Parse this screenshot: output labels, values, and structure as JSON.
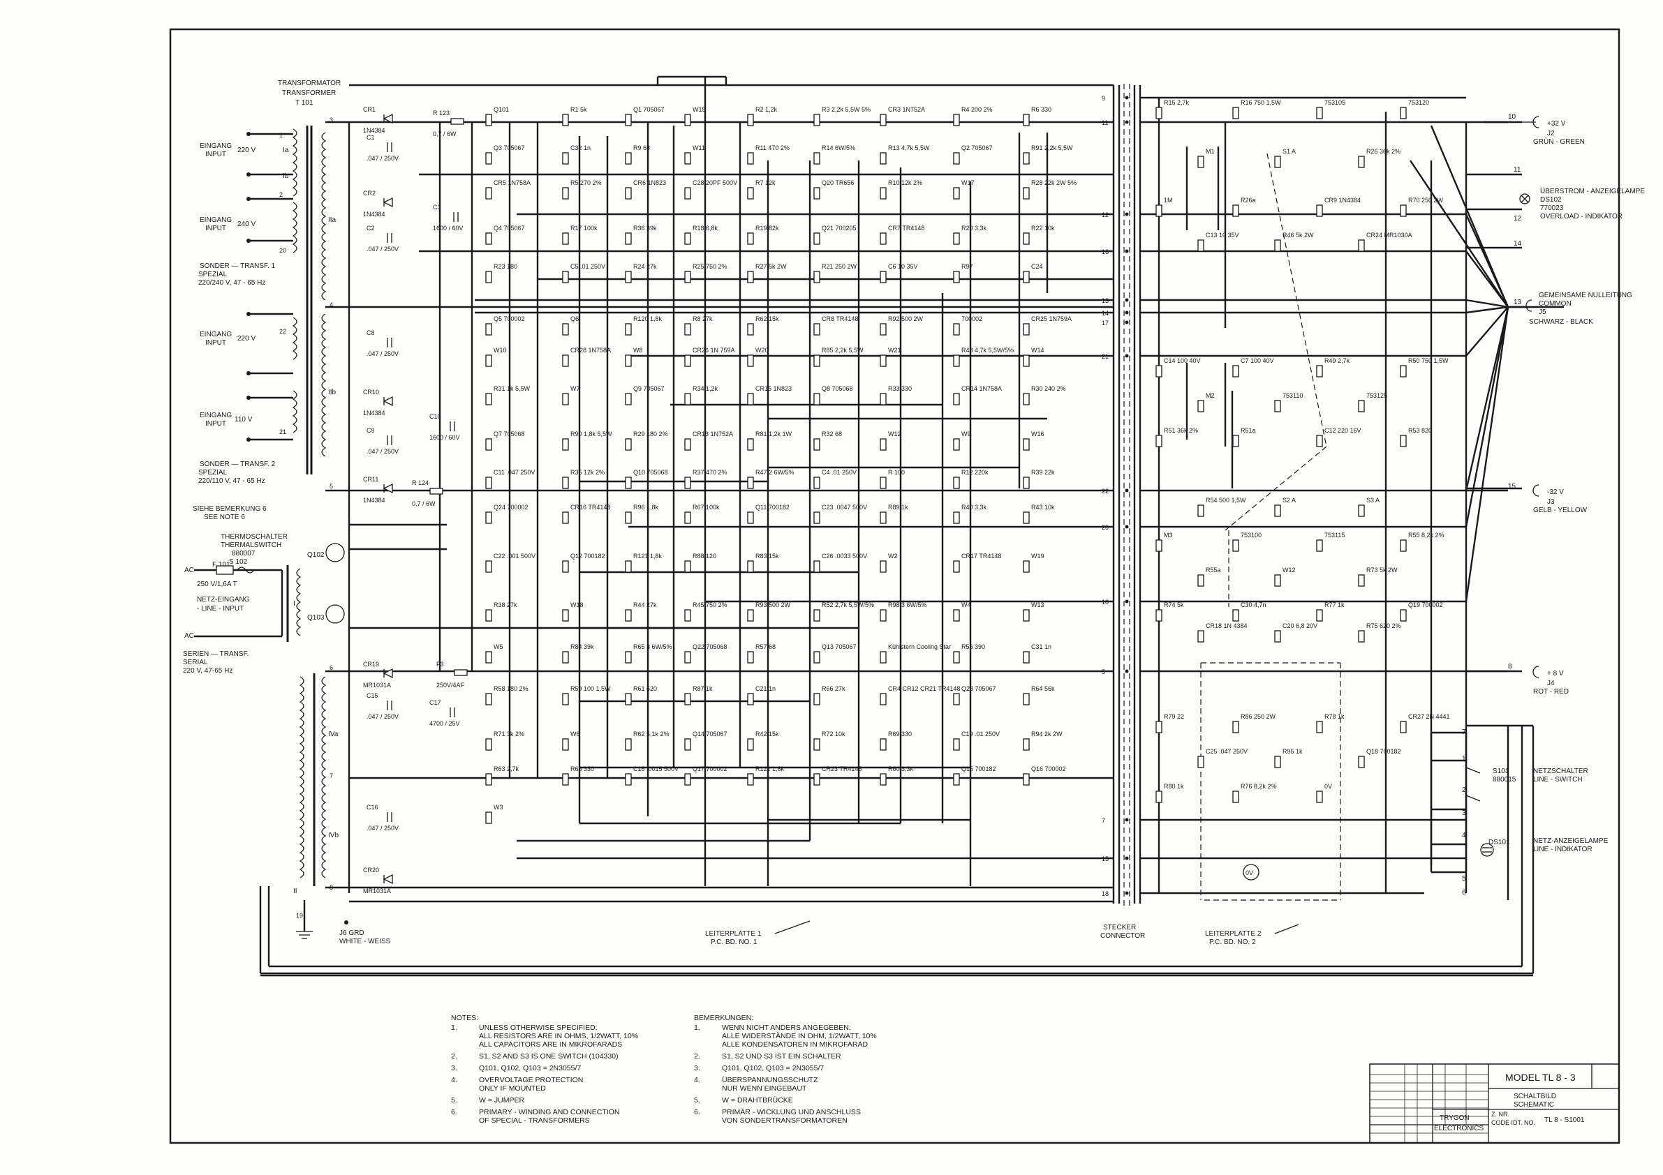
{
  "transformer": {
    "title_de": "TRANSFORMATOR",
    "title_en": "TRANSFORMER",
    "ref": "T 101",
    "sections": [
      "Ia",
      "Ib",
      "IIa",
      "IIb",
      "I",
      "IVa",
      "IVb",
      "II"
    ],
    "pin_numbers": [
      "1",
      "2",
      "20",
      "3",
      "4",
      "5",
      "6",
      "7",
      "8",
      "19",
      "22",
      "21"
    ]
  },
  "inputs": [
    {
      "de": "EINGANG",
      "en": "INPUT",
      "voltage": "220 V"
    },
    {
      "de": "EINGANG",
      "en": "INPUT",
      "voltage": "240 V"
    },
    {
      "de": "SONDER — TRANSF. 1",
      "en": "SPEZIAL",
      "voltage": "220/240 V, 47 - 65 Hz"
    },
    {
      "de": "EINGANG",
      "en": "INPUT",
      "voltage": "220 V"
    },
    {
      "de": "EINGANG",
      "en": "INPUT",
      "voltage": "110 V"
    },
    {
      "de": "SONDER — TRANSF. 2",
      "en": "SPEZIAL",
      "voltage": "220/110 V, 47 - 65 Hz"
    }
  ],
  "left_notes": {
    "see_note_de": "SIEHE BEMERKUNG 6",
    "see_note_en": "SEE NOTE 6",
    "thermo_de": "THERMOSCHALTER",
    "thermo_en": "THERMALSWITCH",
    "thermo_ref": "880007",
    "thermo_switch": "S 102",
    "ac_1": "AC",
    "ac_2": "AC",
    "fuse_ref": "F 101",
    "fuse_value": "250 V/1,6A T",
    "mains_de": "NETZ-EINGANG",
    "mains_en": "- LINE - INPUT",
    "serial_de": "SERIEN — TRANSF.",
    "serial_en": "SERIAL",
    "serial_voltage": "220 V, 47-65 Hz",
    "ground_ref": "J6 GRD",
    "ground_label": "WHITE - WEISS",
    "q102": "Q102",
    "q103": "Q103"
  },
  "rail_components": [
    {
      "ref": "CR1",
      "value": "1N4384"
    },
    {
      "ref": "C1",
      "value": ".047 / 250V"
    },
    {
      "ref": "CR2",
      "value": "1N4384"
    },
    {
      "ref": "C2",
      "value": ".047 / 250V"
    },
    {
      "ref": "R 123",
      "value": "0,7 / 6W"
    },
    {
      "ref": "C3",
      "value": "1600 / 60V"
    },
    {
      "ref": "C8",
      "value": ".047 / 250V"
    },
    {
      "ref": "CR10",
      "value": "1N4384"
    },
    {
      "ref": "C9",
      "value": ".047 / 250V"
    },
    {
      "ref": "CR11",
      "value": "1N4384"
    },
    {
      "ref": "R 124",
      "value": "0,7 / 6W"
    },
    {
      "ref": "C10",
      "value": "1600 / 60V"
    },
    {
      "ref": "CR19",
      "value": "MR1031A"
    },
    {
      "ref": "F3",
      "value": "250V/4AF"
    },
    {
      "ref": "C15",
      "value": ".047 / 250V"
    },
    {
      "ref": "C17",
      "value": "4700 / 25V"
    },
    {
      "ref": "C16",
      "value": ".047 / 250V"
    },
    {
      "ref": "CR20",
      "value": "MR1031A"
    }
  ],
  "board1_labels": [
    "Q101",
    "R1 5k",
    "Q1 705067",
    "W15",
    "R2 1,2k",
    "R3 2,2k 5,5W 5%",
    "CR3 1N752A",
    "R4 200 2%",
    "R6 330",
    "Q3 705067",
    "C32 1n",
    "R9 68",
    "W11",
    "R11 470 2%",
    "R14 6W/5%",
    "R13 4,7k 5,5W",
    "Q2 705067",
    "R91 2,2k 5,5W",
    "CR5 1N758A",
    "R5 270 2%",
    "CR6 1N823",
    "C28 20PF 500V",
    "R7 12k",
    "Q20 TR656",
    "R10 12k 2%",
    "W17",
    "R28 22k 2W 5%",
    "Q4 705067",
    "R17 100k",
    "R36 39k",
    "R18 6,8k",
    "R19 82k",
    "Q21 700205",
    "CR7 TR4148",
    "R20 3,3k",
    "R22 10k",
    "R23 180",
    "C5 .01 250V",
    "R24 27k",
    "R25 750 2%",
    "R27 5k 2W",
    "R21 250 2W",
    "C6 10 35V",
    "R97",
    "C24",
    "Q5 700002",
    "Q6",
    "R120 1,8k",
    "R8 27k",
    "R62 15k",
    "CR8 TR4148",
    "R92 500 2W",
    "700002",
    "CR25 1N759A",
    "W10",
    "CR28 1N758A",
    "W8",
    "CR26 1N 759A",
    "W20",
    "R85 2,2k 5,5W",
    "W21",
    "R48 4,7k 5,5W/5%",
    "W14",
    "R31 1k 5,5W",
    "W7",
    "Q9 705067",
    "R34 1,2k",
    "CR15 1N823",
    "Q8 705068",
    "R33 330",
    "CR14 1N758A",
    "R30 240 2%",
    "Q7 705068",
    "R90 1,8k 5,5W",
    "R29 180 2%",
    "CR13 1N752A",
    "R81 1,2k 1W",
    "R32 68",
    "W12",
    "W9",
    "W16",
    "C11 .047 250V",
    "R35 12k 2%",
    "Q10 705068",
    "R37 470 2%",
    "R47 2 6W/5%",
    "C4 .01 250V",
    "R 100",
    "R12 220k",
    "R39 22k",
    "Q24 700002",
    "CR16 TR4148",
    "R96 1,8k",
    "R67 100k",
    "Q11 700182",
    "C23 .0047 500V",
    "R89 1k",
    "R40 3,3k",
    "R43 10k",
    "C22 .001 500V",
    "Q12 700182",
    "R121 1,8k",
    "R88 120",
    "R83 15k",
    "C26 .0033 500V",
    "W2",
    "CR17 TR4148",
    "W19",
    "R38 27k",
    "W18",
    "R44 27k",
    "R45 750 2%",
    "R93 500 2W",
    "R52 2,7k 5,5W/5%",
    "R98 3 6W/5%",
    "W4",
    "W13",
    "W5",
    "R84 39k",
    "R65 3 6W/5%",
    "Q22 705068",
    "R57 68",
    "Q13 705067",
    "Kühlstern Cooling Star",
    "R56 390",
    "C31 1n",
    "R58 180 2%",
    "R59 100 1,5W",
    "R61 620",
    "R87 1k",
    "C21 1n",
    "R66 27k",
    "CR4 CR12 CR21 TR4148",
    "Q23 705067",
    "R64 56k",
    "R71 3k 2%",
    "W6",
    "R62 5,1k 2%",
    "Q14 705067",
    "R42 15k",
    "R72 10k",
    "R69 330",
    "C19 .01 250V",
    "R94 2k 2W",
    "R63 2,7k",
    "R68 330",
    "C18 .0015 500V",
    "Q17 700002",
    "R122 1,8k",
    "CR23 TR4148",
    "R60 3,3k",
    "Q15 700182",
    "Q16 700002",
    "W3"
  ],
  "board2_labels": [
    "R15 2,7k",
    "R16 750 1,5W",
    "753105",
    "753120",
    "M1",
    "S1 A",
    "R26 36k 2%",
    "1M",
    "R26a",
    "CR9 1N4384",
    "R70 250 2W",
    "C13 10 35V",
    "R46 5k 2W",
    "CR24 MR1030A",
    "C14 100 40V",
    "C7 100 40V",
    "R49 2,7k",
    "R50 750 1,5W",
    "M2",
    "753110",
    "753125",
    "R51 36k 2%",
    "R51a",
    "C12 220 16V",
    "R53 820",
    "R54 500 1,5W",
    "S2 A",
    "S3 A",
    "M3",
    "753100",
    "753115",
    "R55 8,2k 2%",
    "R55a",
    "W12",
    "R73 5k 2W",
    "R74 5k",
    "C30 4,7n",
    "R77 1k",
    "Q19 700002",
    "CR18 1N 4384",
    "C20 6,8 20V",
    "R75 620 2%",
    "R79 22",
    "R86 250 2W",
    "R78 1k",
    "CR27 2N 4441",
    "C25 .047 250V",
    "R95 1k",
    "Q18 700182",
    "R80 1k",
    "R76 8,2k 2%",
    "0V"
  ],
  "connector_pins": [
    "9",
    "11",
    "12",
    "16",
    "13",
    "14",
    "17",
    "21",
    "22",
    "20",
    "10",
    "5",
    "7",
    "15",
    "18"
  ],
  "outputs": [
    {
      "pin": "10",
      "value": "+32 V",
      "ref": "J2",
      "color": "GRÜN - GREEN"
    },
    {
      "pin": "13",
      "value": "",
      "ref": "J5",
      "label_de": "GEMEINSAME NULLEITUNG",
      "label_en": "COMMON",
      "color": "SCHWARZ - BLACK"
    },
    {
      "pin": "15",
      "value": "-32 V",
      "ref": "J3",
      "color": "GELB - YELLOW"
    },
    {
      "pin": "8",
      "value": "+ 8 V",
      "ref": "J4",
      "color": "ROT - RED"
    }
  ],
  "indicators": {
    "overcurrent_de": "ÜBERSTROM - ANZEIGELAMPE",
    "overcurrent_ref": "DS102",
    "overcurrent_part": "770023",
    "overcurrent_en": "OVERLOAD - INDIKATOR",
    "switch_ref": "S101",
    "switch_part": "880015",
    "switch_de": "NETZSCHALTER",
    "switch_en": "LINE - SWITCH",
    "lamp_de": "NETZ-ANZEIGELAMPE",
    "lamp_en": "LINE - INDIKATOR",
    "lamp_ref": "DS101",
    "pin_labels": [
      "10",
      "11",
      "12",
      "14",
      "13",
      "15",
      "8",
      "7",
      "1",
      "2",
      "3",
      "4",
      "5",
      "6"
    ]
  },
  "bottom_labels": {
    "board1_de": "LEITERPLATTE 1",
    "board1_en": "P.C. BD. NO. 1",
    "connector_de": "STECKER",
    "connector_en": "CONNECTOR",
    "board2_de": "LEITERPLATTE 2",
    "board2_en": "P.C. BD. NO. 2"
  },
  "notes_en": {
    "title": "NOTES:",
    "items": [
      {
        "num": "1.",
        "lines": [
          "UNLESS OTHERWISE SPECIFIED:",
          "ALL RESISTORS ARE IN OHMS, 1/2WATT, 10%",
          "ALL CAPACITORS ARE IN MIKROFARADS"
        ]
      },
      {
        "num": "2.",
        "lines": [
          "S1, S2 AND S3 IS ONE SWITCH (104330)"
        ]
      },
      {
        "num": "3.",
        "lines": [
          "Q101, Q102, Q103 = 2N3055/7"
        ]
      },
      {
        "num": "4.",
        "lines": [
          "OVERVOLTAGE PROTECTION",
          "ONLY IF MOUNTED"
        ]
      },
      {
        "num": "5.",
        "lines": [
          "W = JUMPER"
        ]
      },
      {
        "num": "6.",
        "lines": [
          "PRIMARY - WINDING AND CONNECTION",
          "OF SPECIAL - TRANSFORMERS"
        ]
      }
    ]
  },
  "notes_de": {
    "title": "BEMERKUNGEN:",
    "items": [
      {
        "num": "1.",
        "lines": [
          "WENN NICHT ANDERS ANGEGEBEN:",
          "ALLE WIDERSTÄNDE IN OHM, 1/2WATT, 10%",
          "ALLE KONDENSATOREN IN MIKROFARAD"
        ]
      },
      {
        "num": "2.",
        "lines": [
          "S1, S2 UND S3 IST EIN SCHALTER"
        ]
      },
      {
        "num": "3.",
        "lines": [
          "Q101, Q102, Q103 = 2N3055/7"
        ]
      },
      {
        "num": "4.",
        "lines": [
          "ÜBERSPANNUNGSSCHUTZ",
          "NUR WENN EINGEBAUT"
        ]
      },
      {
        "num": "5.",
        "lines": [
          "W = DRAHTBRÜCKE"
        ]
      },
      {
        "num": "6.",
        "lines": [
          "PRIMÄR - WICKLUNG UND ANSCHLUSS",
          "VON SONDERTRANSFORMATOREN"
        ]
      }
    ]
  },
  "ov_symbol": "0V",
  "title_block": {
    "model": "MODEL TL 8 - 3",
    "doc_de": "SCHALTBILD",
    "doc_en": "SCHEMATIC",
    "company": "TRYGON",
    "company2": "ELECTRONICS",
    "code_label": "CODE IDT. NO.",
    "nr_label": "Z. NR.",
    "code": "TL 8 - S1001"
  }
}
